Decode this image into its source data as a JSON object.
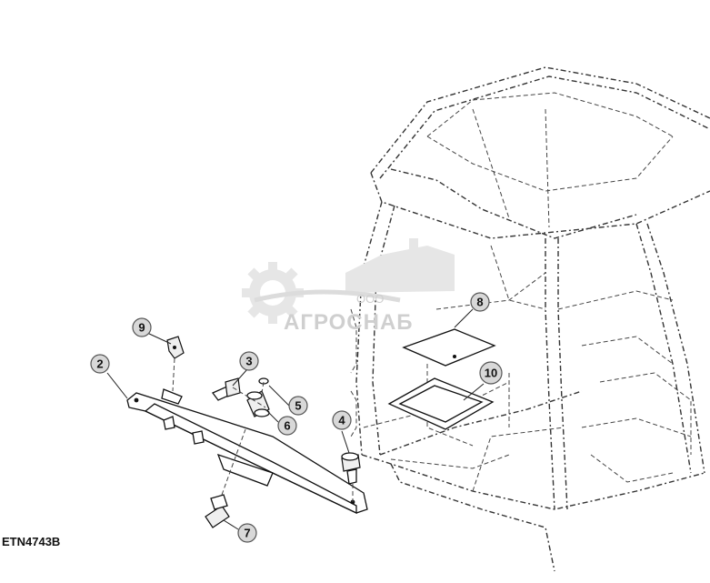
{
  "figure_id": "ETN4743B",
  "watermark": {
    "prefix": "ООО",
    "name": "АГРОСНАБ"
  },
  "callouts": [
    {
      "label": "2"
    },
    {
      "label": "3"
    },
    {
      "label": "4"
    },
    {
      "label": "5"
    },
    {
      "label": "6"
    },
    {
      "label": "7"
    },
    {
      "label": "8"
    },
    {
      "label": "9"
    },
    {
      "label": "10"
    }
  ]
}
